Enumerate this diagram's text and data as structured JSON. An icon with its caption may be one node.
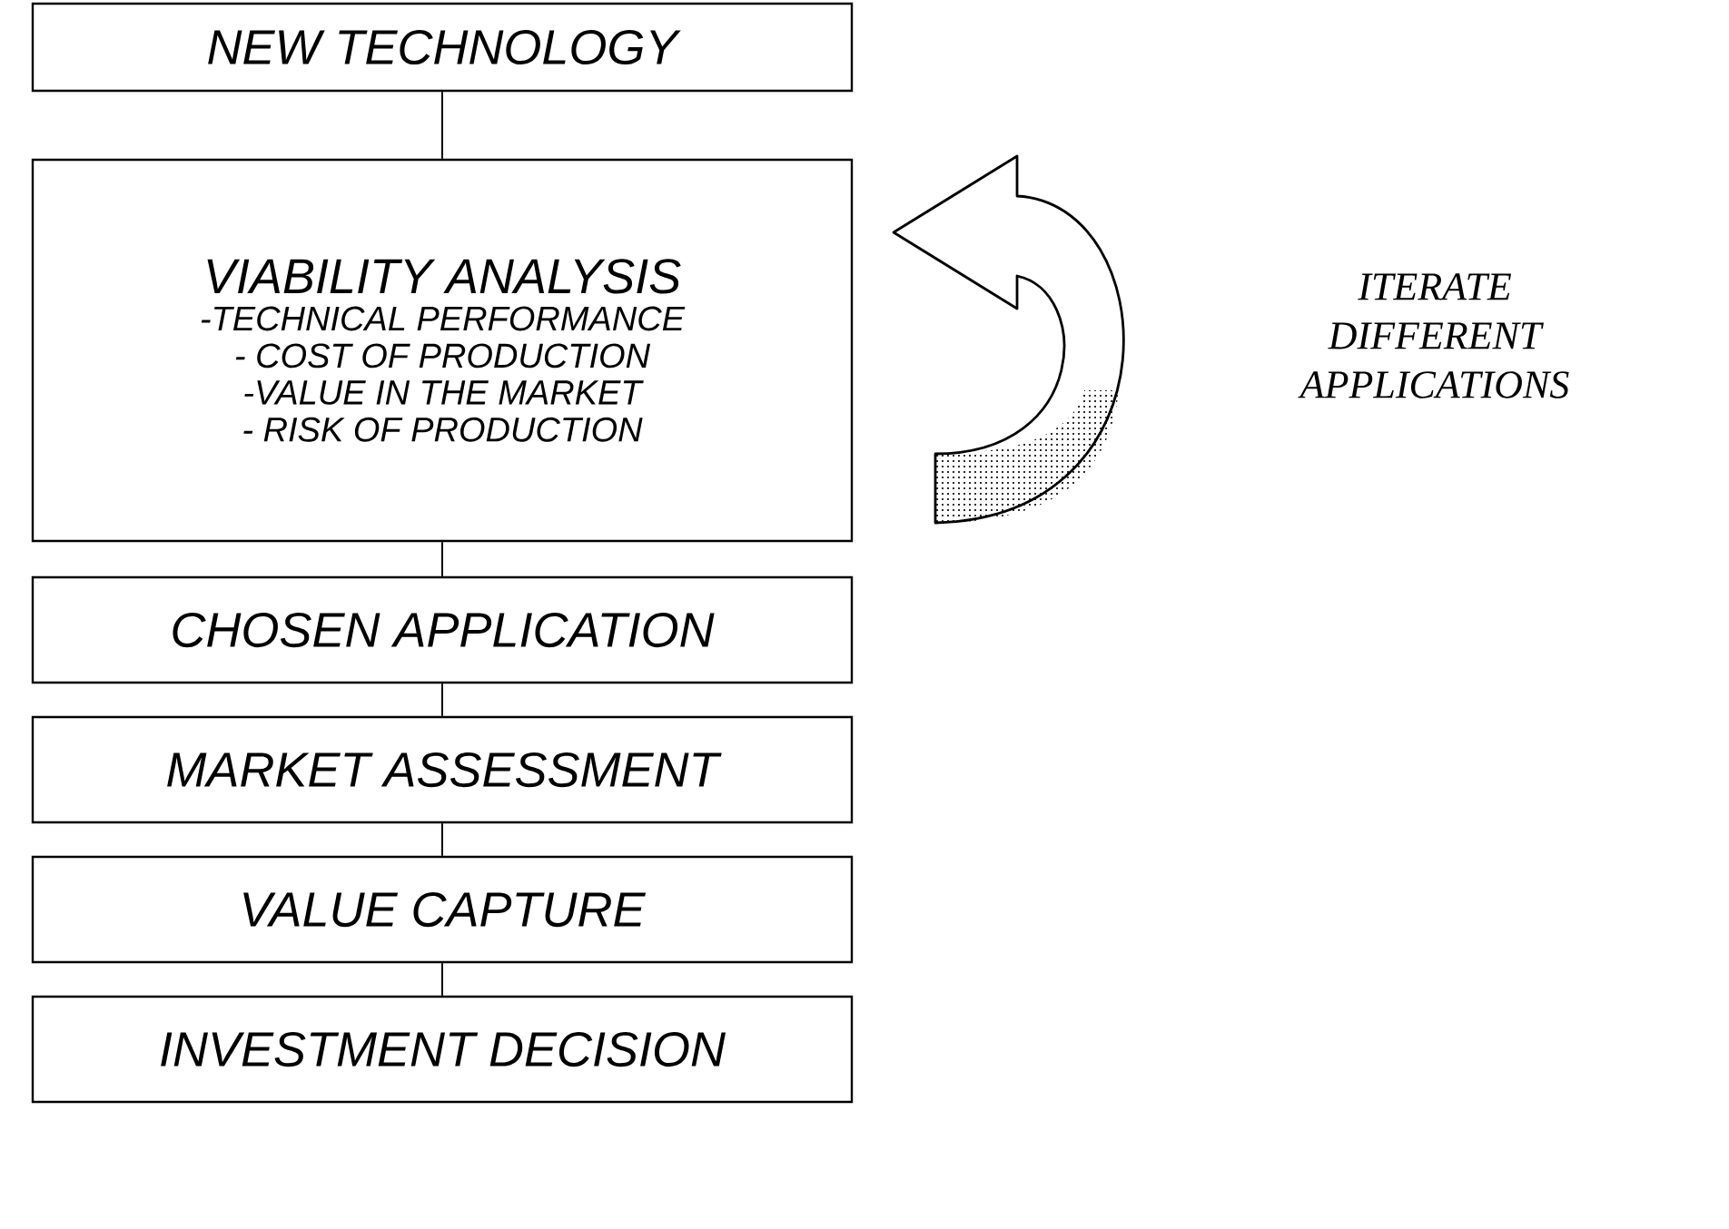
{
  "diagram": {
    "nodes": [
      {
        "text": [
          "NEW TECHNOLOGY"
        ]
      },
      {
        "text": [
          "VIABILITY ANALYSIS",
          "-TECHNICAL PERFORMANCE",
          "- COST OF PRODUCTION",
          "-VALUE IN THE MARKET",
          "- RISK OF PRODUCTION"
        ]
      },
      {
        "text": [
          "CHOSEN APPLICATION"
        ]
      },
      {
        "text": [
          "MARKET ASSESSMENT"
        ]
      },
      {
        "text": [
          "VALUE CAPTURE"
        ]
      },
      {
        "text": [
          "INVESTMENT DECISION"
        ]
      }
    ],
    "edges": [
      {
        "from": 0,
        "to": 1,
        "arrow": "none"
      },
      {
        "from": 1,
        "to": 2,
        "arrow": "none"
      },
      {
        "from": 2,
        "to": 3,
        "arrow": "none"
      },
      {
        "from": 3,
        "to": 4,
        "arrow": "none"
      },
      {
        "from": 4,
        "to": 5,
        "arrow": "none"
      }
    ],
    "labels": [
      "ITERATE DIFFERENT APPLICATIONS"
    ]
  }
}
